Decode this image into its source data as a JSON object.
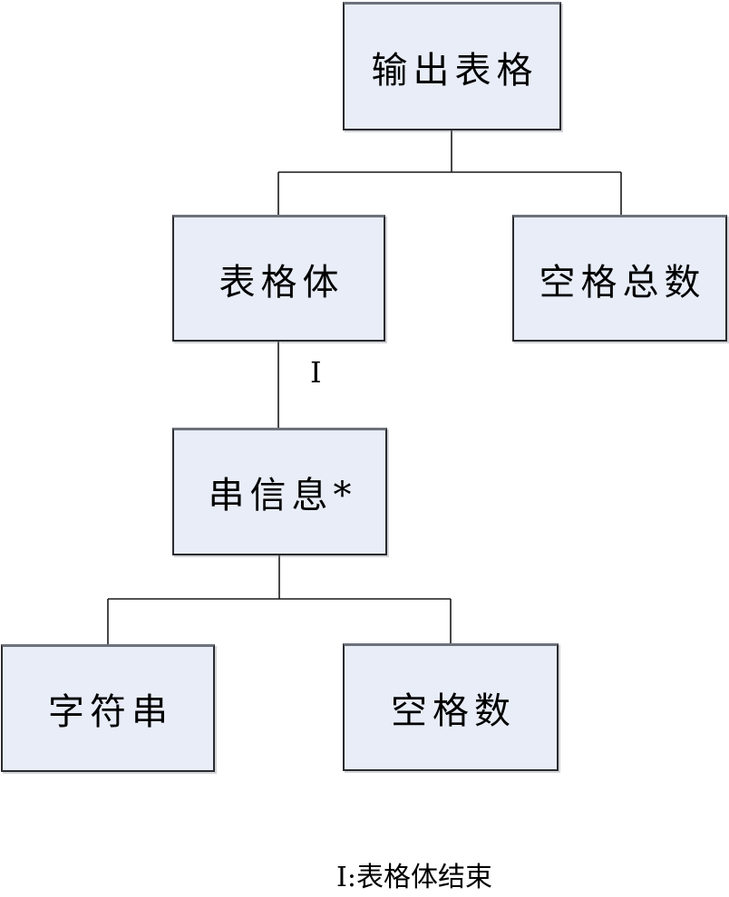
{
  "diagram": {
    "type": "hierarchy-tree",
    "nodes": {
      "root": "输出表格",
      "table_body": "表格体",
      "total_spaces": "空格总数",
      "string_info": "串信息*",
      "string_value": "字符串",
      "space_count": "空格数"
    },
    "edges": [
      {
        "from": "root",
        "to": "table_body"
      },
      {
        "from": "root",
        "to": "total_spaces"
      },
      {
        "from": "table_body",
        "to": "string_info",
        "label": "I"
      },
      {
        "from": "string_info",
        "to": "string_value"
      },
      {
        "from": "string_info",
        "to": "space_count"
      }
    ],
    "connector_label": "I",
    "legend": "I:表格体结束",
    "colors": {
      "node_fill": "#e8edf8",
      "node_border": "#2a2a2f",
      "node_border_top": "#6d727b",
      "line": "#1a1a1a",
      "background": "#ffffff",
      "text": "#000000"
    }
  }
}
